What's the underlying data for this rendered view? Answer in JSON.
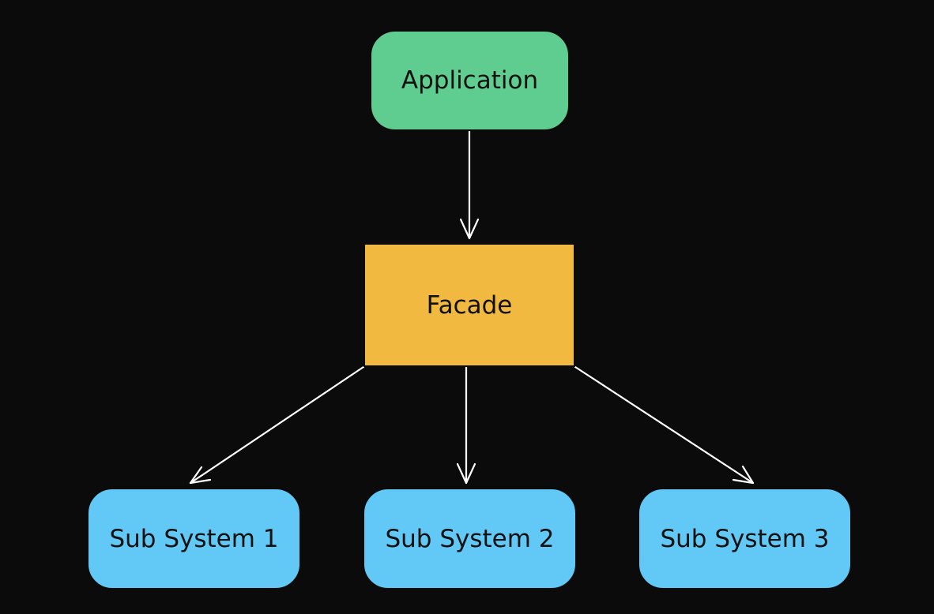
{
  "diagram": {
    "nodes": {
      "application": {
        "label": "Application",
        "color": "#5fcd8f"
      },
      "facade": {
        "label": "Facade",
        "color": "#f2b941"
      },
      "sub_system_1": {
        "label": "Sub System 1",
        "color": "#62c8f6"
      },
      "sub_system_2": {
        "label": "Sub System 2",
        "color": "#62c8f6"
      },
      "sub_system_3": {
        "label": "Sub System 3",
        "color": "#62c8f6"
      }
    },
    "edges": [
      {
        "from": "application",
        "to": "facade"
      },
      {
        "from": "facade",
        "to": "sub_system_1"
      },
      {
        "from": "facade",
        "to": "sub_system_2"
      },
      {
        "from": "facade",
        "to": "sub_system_3"
      }
    ],
    "background": "#0b0b0b",
    "edge_color": "#ffffff"
  }
}
